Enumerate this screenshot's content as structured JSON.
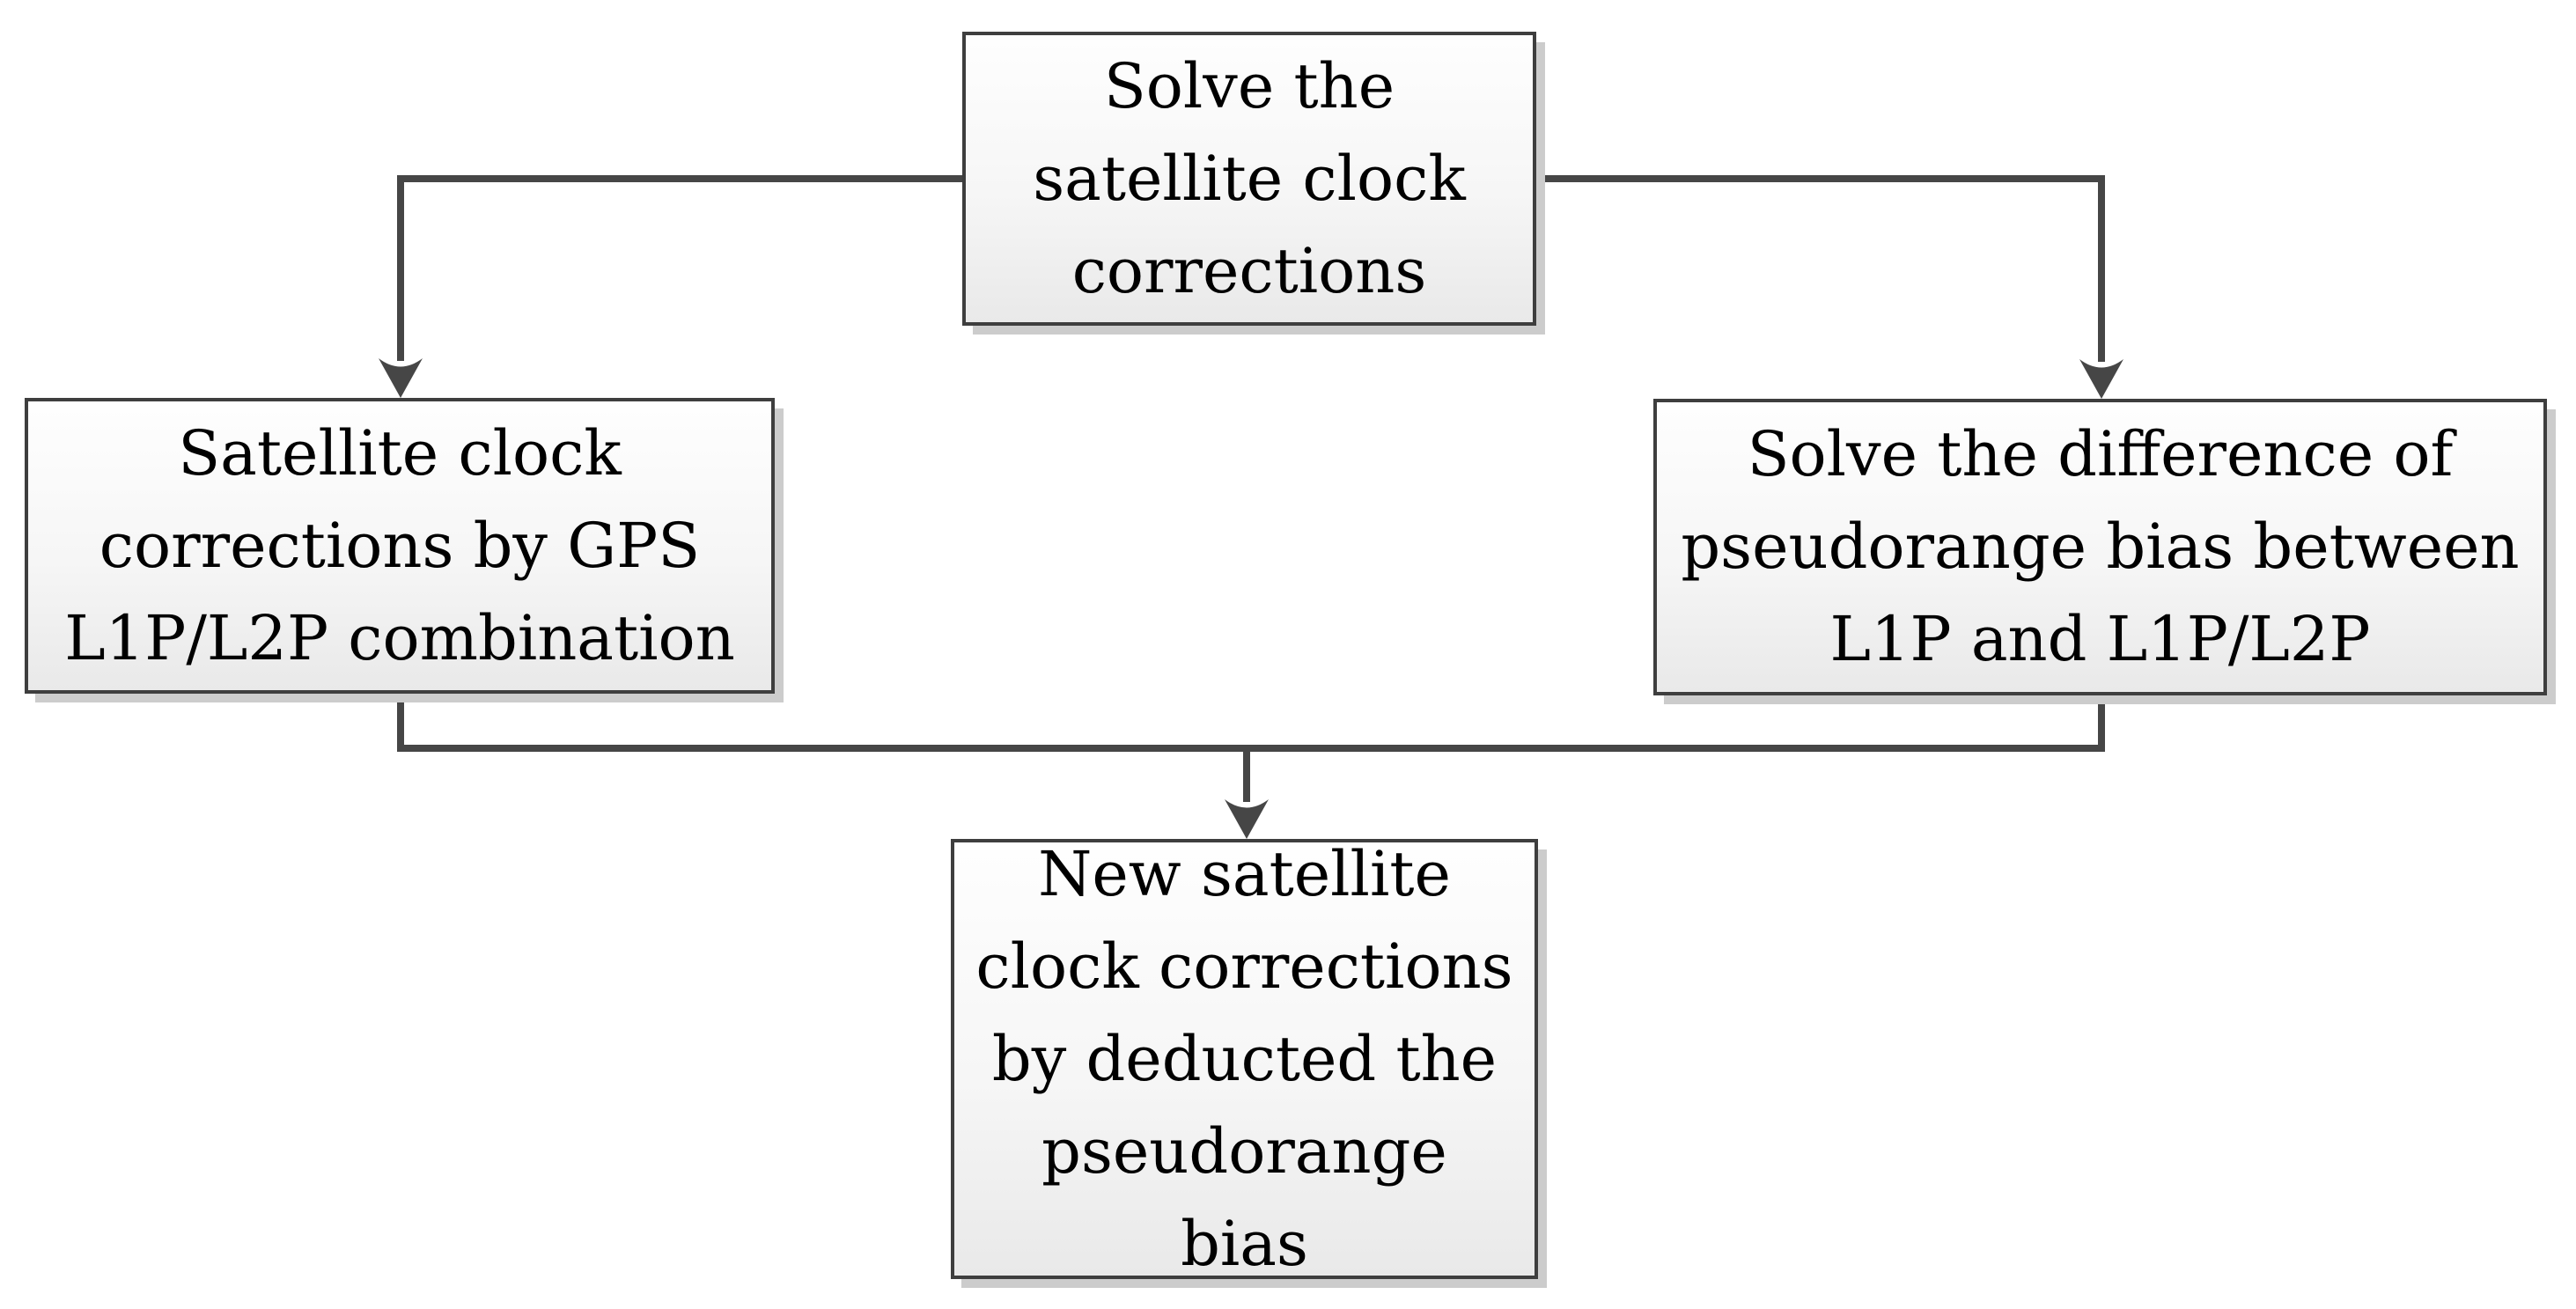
{
  "figure": {
    "type": "flowchart",
    "description": "Flow diagram of computing new satellite clock corrections by deducting pseudorange bias"
  },
  "colors": {
    "page-bg": "#ffffff",
    "node-border": "#3e3e3e",
    "connector": "#464646",
    "shadow": "#cccccc",
    "text": "#000000",
    "fill-top": "#fefefe",
    "fill-bottom": "#e9e9e9"
  },
  "nodes": {
    "top": {
      "lines": [
        "Solve the",
        "satellite clock",
        "corrections"
      ]
    },
    "left": {
      "lines": [
        "Satellite clock",
        "corrections by GPS",
        "L1P/L2P combination"
      ]
    },
    "right": {
      "lines": [
        "Solve the difference of",
        "pseudorange bias between",
        "L1P and L1P/L2P"
      ]
    },
    "bottom": {
      "lines": [
        "New satellite",
        "clock corrections",
        "by deducted the",
        "pseudorange",
        "bias"
      ]
    }
  }
}
